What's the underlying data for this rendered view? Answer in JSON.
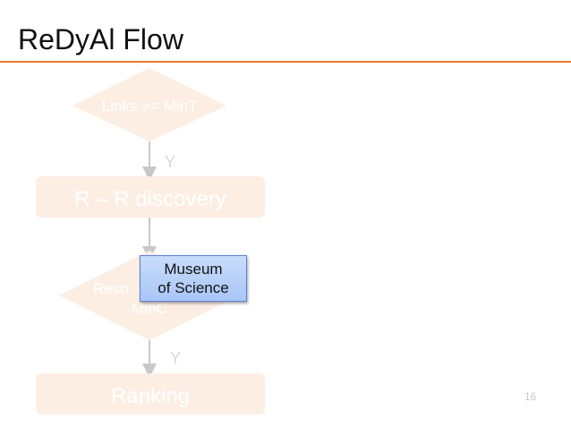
{
  "slide": {
    "title": "ReDyAl Flow",
    "page_number": "16",
    "accent_color": "#f07a2a"
  },
  "flow": {
    "decision1": "Links >= MinT",
    "yes1": "Y",
    "process1": "R – R discovery",
    "decision2_line1": "Reso",
    "decision2_line2": "MinC",
    "yes2": "Y",
    "process2": "Ranking"
  },
  "callout": {
    "line1": "Museum",
    "line2": "of Science"
  }
}
